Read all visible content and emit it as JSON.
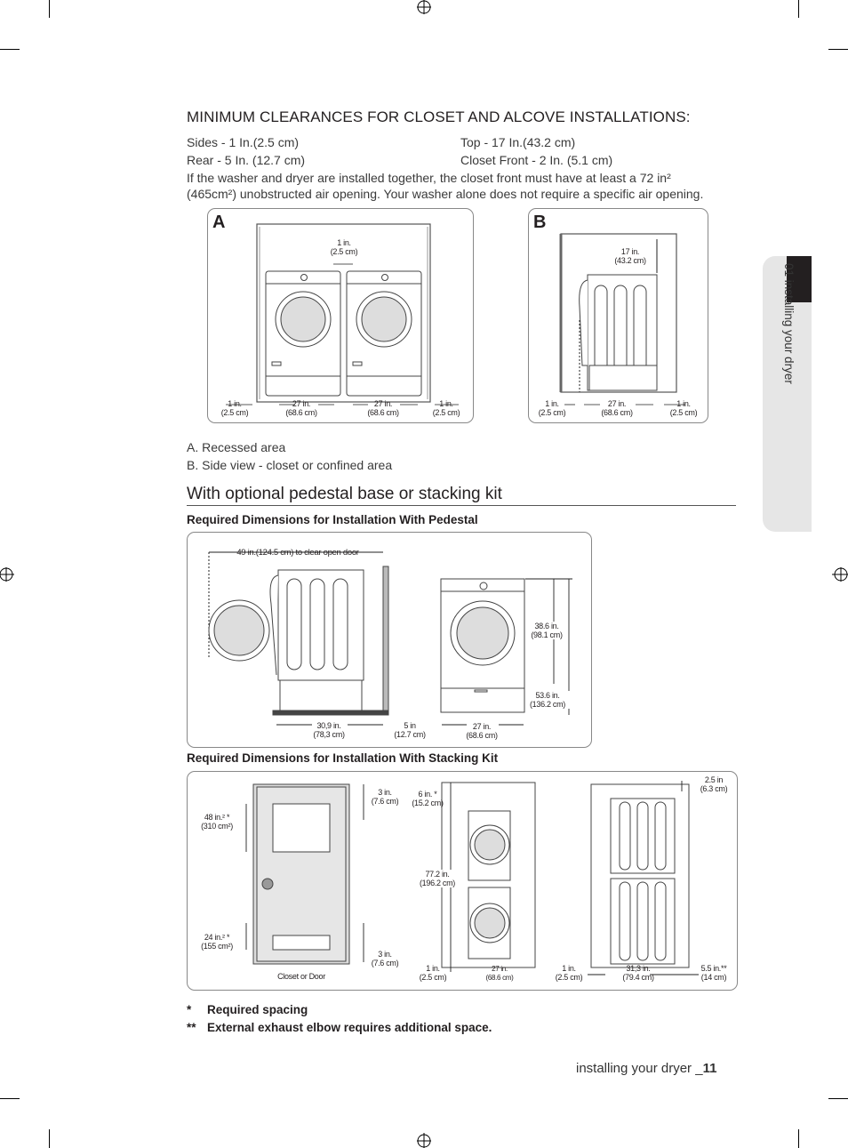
{
  "heading": "MINIMUM CLEARANCES FOR CLOSET AND ALCOVE INSTALLATIONS:",
  "clearances": {
    "sides": "Sides - 1 In.(2.5 cm)",
    "top": "Top - 17 In.(43.2 cm)",
    "rear": "Rear - 5 In. (12.7 cm)",
    "front": "Closet Front - 2 In. (5.1 cm)"
  },
  "note_line1": "If the washer and dryer are installed together, the closet front must have at least a 72 in²",
  "note_line2": "(465cm²) unobstructed air opening. Your washer alone does not require a specific air opening.",
  "fig_a": {
    "label": "A",
    "gap": "1 in.",
    "gap_cm": "(2.5 cm)",
    "d1": "1 in.",
    "d1c": "(2.5 cm)",
    "d2": "27 in.",
    "d2c": "(68.6 cm)",
    "d3": "27 in.",
    "d3c": "(68.6 cm)",
    "d4": "1 in.",
    "d4c": "(2.5 cm)"
  },
  "fig_b": {
    "label": "B",
    "top": "17 in.",
    "top_cm": "(43.2 cm)",
    "d1": "1 in.",
    "d1c": "(2.5 cm)",
    "d2": "27 in.",
    "d2c": "(68.6 cm)",
    "d3": "1 in.",
    "d3c": "(2.5 cm)"
  },
  "legend_a": "A. Recessed area",
  "legend_b": "B. Side view - closet or confined area",
  "section_title": "With optional pedestal base or stacking kit",
  "pedestal": {
    "title": "Required Dimensions for Installation With Pedestal",
    "door": "49 in.(124.5 cm) to clear open door",
    "depth": "30,9 in.",
    "depth_cm": "(78,3 cm)",
    "rear": "5 in",
    "rear_cm": "(12.7 cm)",
    "width": "27 in.",
    "width_cm": "(68.6 cm)",
    "h1": "38.6 in.",
    "h1_cm": "(98.1 cm)",
    "h2": "53.6 in.",
    "h2_cm": "(136.2 cm)"
  },
  "stacking": {
    "title": "Required Dimensions for Installation With Stacking Kit",
    "vent_top": "48 in.² *",
    "vent_top_cm": "(310 cm²)",
    "vent_bot": "24 in.² *",
    "vent_bot_cm": "(155 cm²)",
    "gap_top": "3 in.",
    "gap_top_cm": "(7.6 cm)",
    "gap_bot": "3 in.",
    "gap_bot_cm": "(7.6 cm)",
    "door_label": "Closet or Door",
    "top_space": "6 in. *",
    "top_space_cm": "(15.2 cm)",
    "height": "77.2 in.",
    "height_cm": "(196.2 cm)",
    "side": "1 in.",
    "side_cm": "(2.5 cm)",
    "width": "27 in.",
    "width_cm": "(68.6 cm)",
    "front_gap": "2.5 in",
    "front_gap_cm": "(6.3 cm)",
    "s1": "1 in.",
    "s1c": "(2.5 cm)",
    "s2": "31,3 in.",
    "s2c": "(79.4 cm)",
    "s3": "5.5 in.**",
    "s3c": "(14 cm)"
  },
  "footnotes": {
    "star1_mark": "*",
    "star1": "Required spacing",
    "star2_mark": "**",
    "star2": "External exhaust elbow requires additional space."
  },
  "side_tab": "01 installing your dryer",
  "page_footer": {
    "text": "installing your dryer _",
    "page": "11"
  }
}
